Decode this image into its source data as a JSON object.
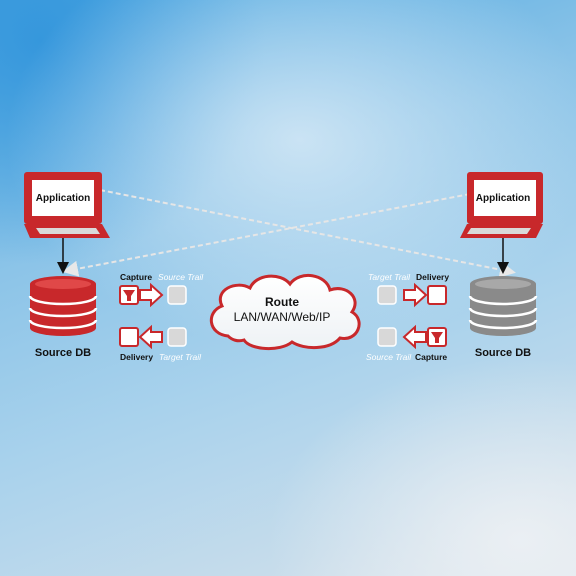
{
  "left": {
    "application": "Application",
    "db": "Source DB",
    "capture": "Capture",
    "source_trail": "Source Trail",
    "delivery": "Delivery",
    "target_trail": "Target Trail"
  },
  "right": {
    "application": "Application",
    "db": "Source DB",
    "target_trail": "Target Trail",
    "delivery": "Delivery",
    "source_trail": "Source Trail",
    "capture": "Capture"
  },
  "cloud": {
    "title": "Route",
    "subtitle": "LAN/WAN/Web/IP"
  },
  "colors": {
    "accent": "#c8282b",
    "gray_db": "#8a8a8a",
    "trail_box": "#d8d8d8"
  },
  "icons": [
    "laptop-icon",
    "database-icon",
    "capture-funnel-icon",
    "arrow-right-icon",
    "arrow-left-icon",
    "cloud-icon",
    "trail-file-icon"
  ]
}
